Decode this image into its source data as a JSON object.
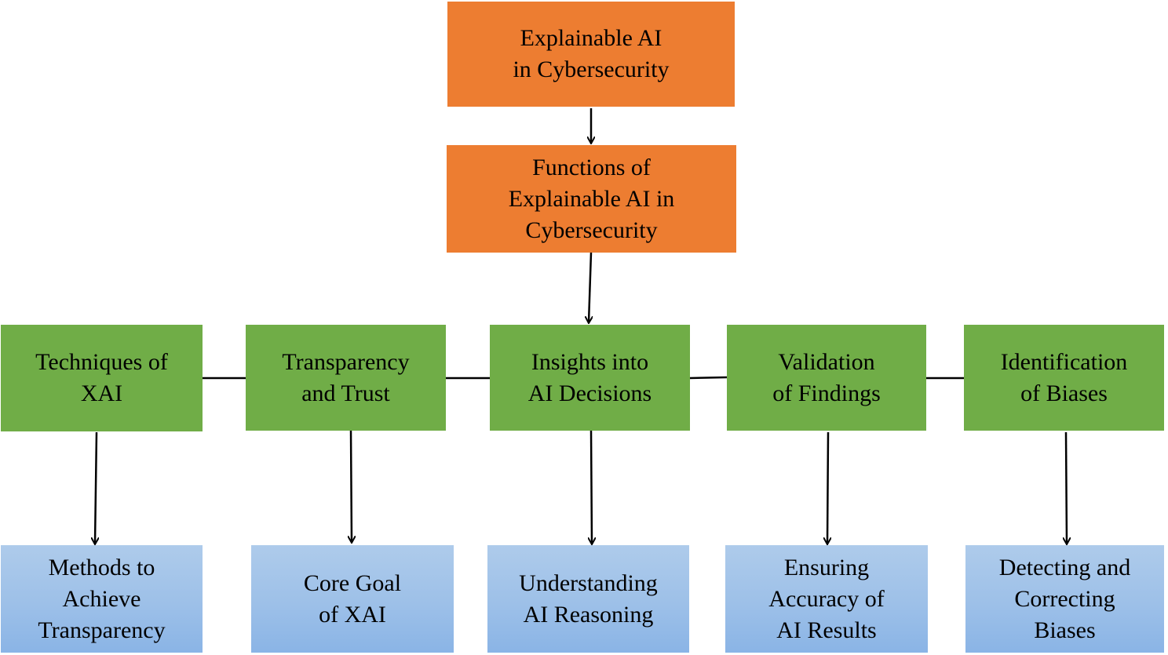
{
  "colors": {
    "top_level": "#ed7d31",
    "middle_level": "#70ad47",
    "bottom_level": "#9dc3e6",
    "connector": "#000000"
  },
  "top": {
    "root": "Explainable AI\nin Cybersecurity",
    "functions": "Functions of\nExplainable AI in\nCybersecurity"
  },
  "functions": [
    {
      "label": "Techniques of\nXAI",
      "detail": "Methods to\nAchieve\nTransparency"
    },
    {
      "label": "Transparency\nand Trust",
      "detail": "Core Goal\nof XAI"
    },
    {
      "label": "Insights into\nAI Decisions",
      "detail": "Understanding\nAI Reasoning"
    },
    {
      "label": "Validation\nof Findings",
      "detail": "Ensuring\nAccuracy of\nAI Results"
    },
    {
      "label": "Identification\nof Biases",
      "detail": "Detecting and\nCorrecting\nBiases"
    }
  ]
}
